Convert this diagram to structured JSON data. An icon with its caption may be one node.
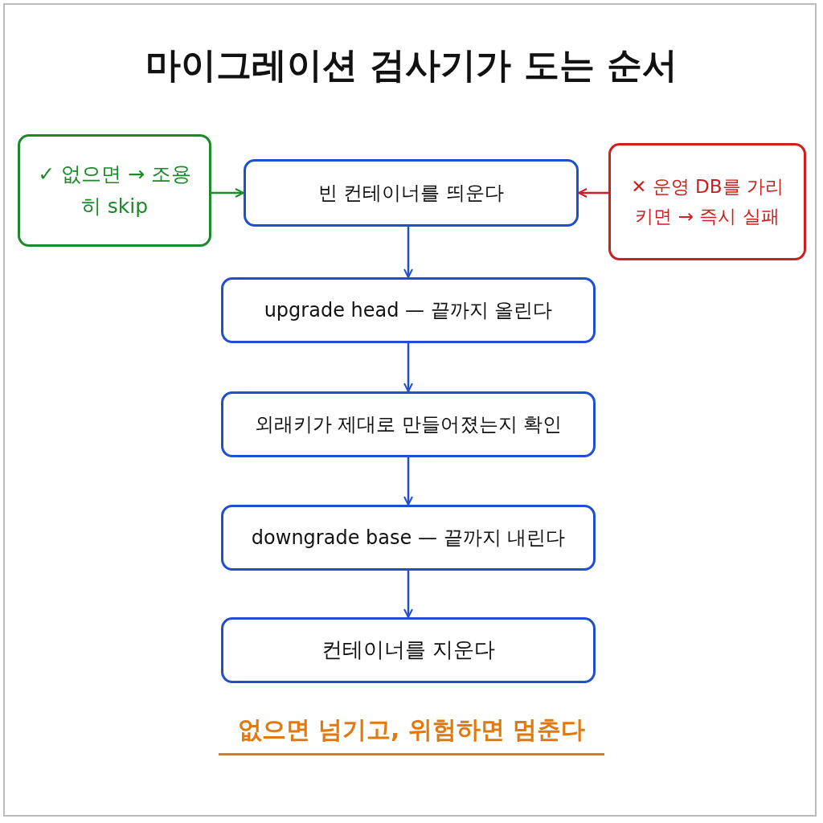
{
  "diagram": {
    "title": "마이그레이션 검사기가 도는 순서",
    "nodes": [
      {
        "text": [
          "✓ 없으면 → 조용히 skip"
        ]
      },
      {
        "text": [
          "빈 컨테이너를 띄운다"
        ]
      },
      {
        "text": [
          "✕ 운영 DB를 가리키면 → 즉시 실패"
        ]
      },
      {
        "text": [
          "upgrade head — 끝까지 올린다"
        ]
      },
      {
        "text": [
          "외래키가 제대로 만들어졌는지 확인"
        ]
      },
      {
        "text": [
          "downgrade base — 끝까지 내린다"
        ]
      },
      {
        "text": [
          "컨테이너를 지운다"
        ]
      }
    ],
    "edges": [
      {
        "from": 0,
        "to": 1,
        "arrow": "to",
        "color": "#1a8a2a"
      },
      {
        "from": 2,
        "to": 1,
        "arrow": "to",
        "color": "#cc1f1f"
      },
      {
        "from": 1,
        "to": 3,
        "arrow": "to"
      },
      {
        "from": 3,
        "to": 4,
        "arrow": "to"
      },
      {
        "from": 4,
        "to": 5,
        "arrow": "to"
      },
      {
        "from": 5,
        "to": 6,
        "arrow": "to"
      }
    ],
    "caption": "없으면 넘기고, 위험하면 멈춘다"
  }
}
